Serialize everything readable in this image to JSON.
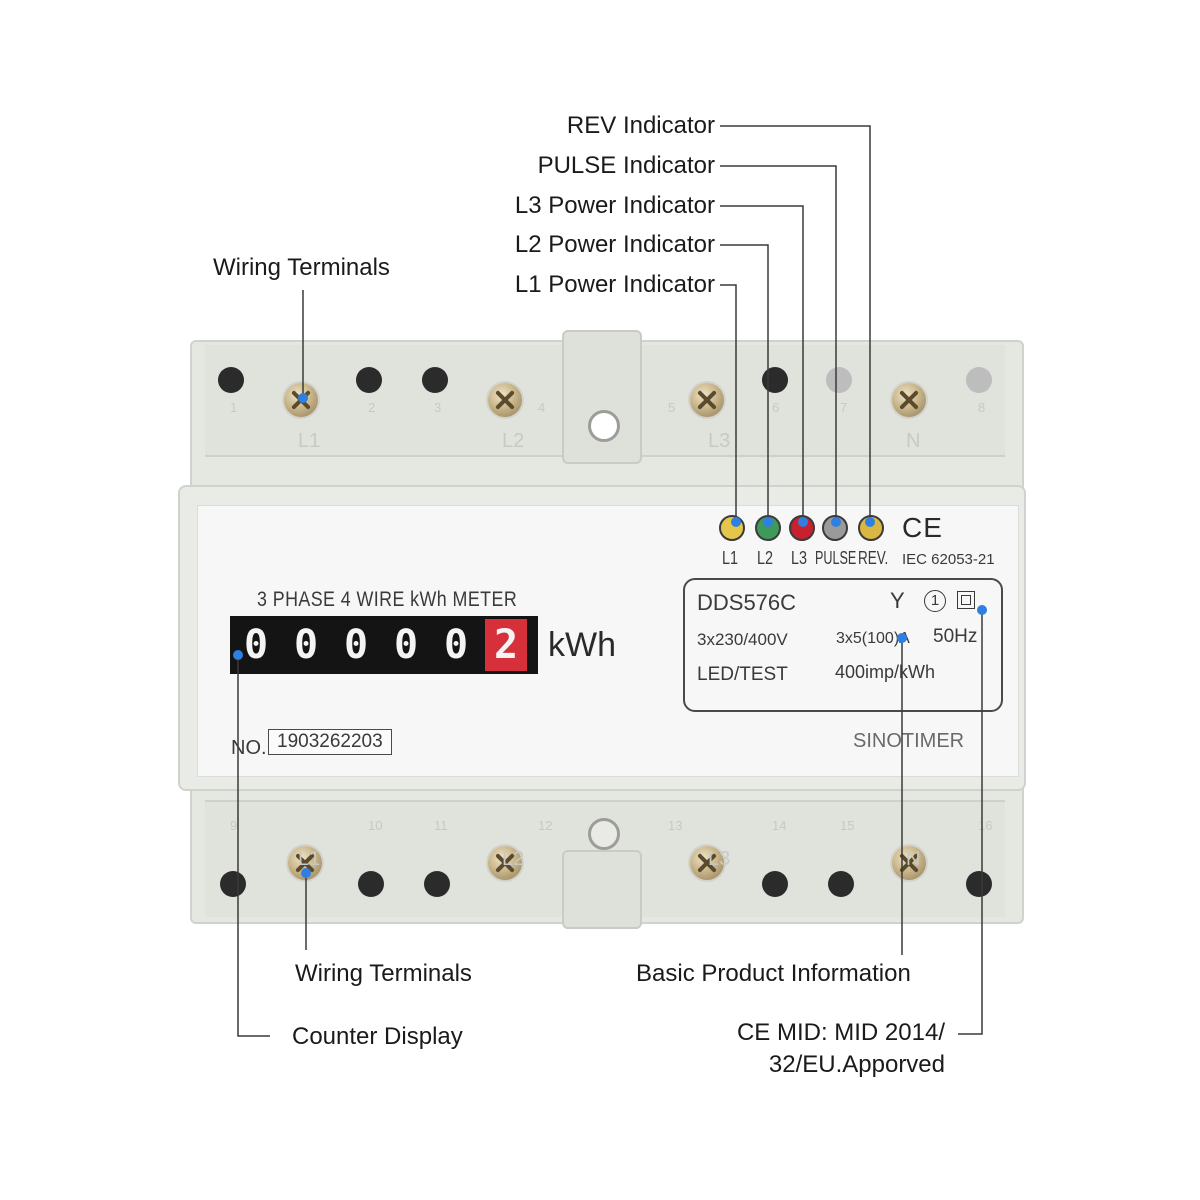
{
  "callouts": {
    "rev": "REV Indicator",
    "pulse": "PULSE Indicator",
    "l3": "L3 Power Indicator",
    "l2": "L2 Power Indicator",
    "l1": "L1 Power Indicator",
    "wiring_top": "Wiring Terminals",
    "wiring_bottom": "Wiring Terminals",
    "counter": "Counter Display",
    "basic_info": "Basic Product Information",
    "ce_mid_line1": "CE MID: MID 2014/",
    "ce_mid_line2": "32/EU.Apporved"
  },
  "meter": {
    "title": "3 PHASE 4 WIRE kWh METER",
    "digits": [
      "0",
      "0",
      "0",
      "0",
      "0",
      "2"
    ],
    "unit": "kWh",
    "serial_label": "NO.",
    "serial": "1903262203",
    "brand": "SINOTIMER",
    "ce_mark": "CE",
    "standard": "IEC 62053-21",
    "leds": [
      {
        "label": "L1",
        "color": "#e3c64a"
      },
      {
        "label": "L2",
        "color": "#3e9a5a"
      },
      {
        "label": "L3",
        "color": "#c8202e"
      },
      {
        "label": "PULSE",
        "color": "#9a9a9a"
      },
      {
        "label": "REV.",
        "color": "#d9b740"
      }
    ],
    "info": {
      "model": "DDS576C",
      "phase_symbol": "Y",
      "class_symbol": "1",
      "voltage": "3x230/400V",
      "current": "3x5(100)A",
      "frequency": "50Hz",
      "test": "LED/TEST",
      "constant": "400imp/kWh"
    },
    "top_terminals": [
      "1",
      "L1",
      "2",
      "3",
      "L2",
      "4",
      "5",
      "L3",
      "6",
      "7",
      "N",
      "8"
    ],
    "bottom_terminals": [
      "9",
      "L1",
      "10",
      "11",
      "L2",
      "12",
      "13",
      "L3",
      "14",
      "15",
      "N",
      "16"
    ]
  },
  "colors": {
    "housing": "#e6e9e2",
    "label_panel": "#f6f6f6",
    "leader": "#3a3a3a",
    "dot": "#2f7fe0",
    "digit_bg": "#141414",
    "digit_red": "#d6303a"
  }
}
